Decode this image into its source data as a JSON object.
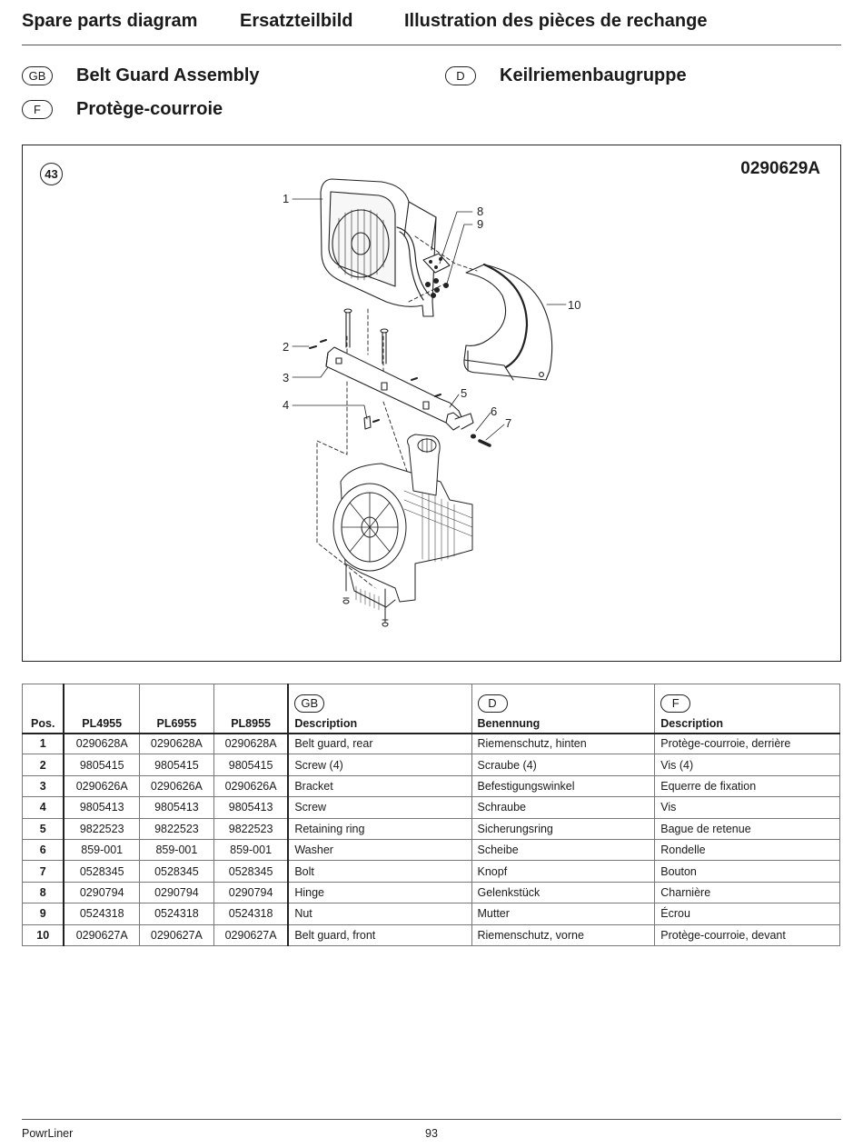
{
  "header": {
    "title_en": "Spare parts diagram",
    "title_de": "Ersatzteilbild",
    "title_fr": "Illustration des pièces de rechange"
  },
  "section": {
    "gb_code": "GB",
    "gb_title": "Belt Guard Assembly",
    "d_code": "D",
    "d_title": "Keilriemenbaugruppe",
    "f_code": "F",
    "f_title": "Protège-courroie"
  },
  "diagram": {
    "number": "43",
    "drawing_no": "0290629A",
    "callouts": [
      "1",
      "2",
      "3",
      "4",
      "5",
      "6",
      "7",
      "8",
      "9",
      "10"
    ]
  },
  "table": {
    "headers": {
      "pos": "Pos.",
      "model1": "PL4955",
      "model2": "PL6955",
      "model3": "PL8955",
      "gb": "GB",
      "desc_en": "Description",
      "d": "D",
      "desc_de": "Benennung",
      "f": "F",
      "desc_fr": "Description"
    },
    "rows": [
      {
        "pos": "1",
        "m1": "0290628A",
        "m2": "0290628A",
        "m3": "0290628A",
        "en": "Belt guard, rear",
        "de": "Riemenschutz, hinten",
        "fr": "Protège-courroie, derrière"
      },
      {
        "pos": "2",
        "m1": "9805415",
        "m2": "9805415",
        "m3": "9805415",
        "en": "Screw (4)",
        "de": "Scraube (4)",
        "fr": "Vis (4)"
      },
      {
        "pos": "3",
        "m1": "0290626A",
        "m2": "0290626A",
        "m3": "0290626A",
        "en": "Bracket",
        "de": "Befestigungswinkel",
        "fr": "Equerre de fixation"
      },
      {
        "pos": "4",
        "m1": "9805413",
        "m2": "9805413",
        "m3": "9805413",
        "en": "Screw",
        "de": "Schraube",
        "fr": "Vis"
      },
      {
        "pos": "5",
        "m1": "9822523",
        "m2": "9822523",
        "m3": "9822523",
        "en": "Retaining ring",
        "de": "Sicherungsring",
        "fr": "Bague de retenue"
      },
      {
        "pos": "6",
        "m1": "859-001",
        "m2": "859-001",
        "m3": "859-001",
        "en": "Washer",
        "de": "Scheibe",
        "fr": "Rondelle"
      },
      {
        "pos": "7",
        "m1": "0528345",
        "m2": "0528345",
        "m3": "0528345",
        "en": "Bolt",
        "de": "Knopf",
        "fr": "Bouton"
      },
      {
        "pos": "8",
        "m1": "0290794",
        "m2": "0290794",
        "m3": "0290794",
        "en": "Hinge",
        "de": "Gelenkstück",
        "fr": "Charnière"
      },
      {
        "pos": "9",
        "m1": "0524318",
        "m2": "0524318",
        "m3": "0524318",
        "en": "Nut",
        "de": "Mutter",
        "fr": "Écrou"
      },
      {
        "pos": "10",
        "m1": "0290627A",
        "m2": "0290627A",
        "m3": "0290627A",
        "en": "Belt guard, front",
        "de": "Riemenschutz, vorne",
        "fr": "Protège-courroie, devant"
      }
    ]
  },
  "footer": {
    "brand": "PowrLiner",
    "page": "93"
  }
}
